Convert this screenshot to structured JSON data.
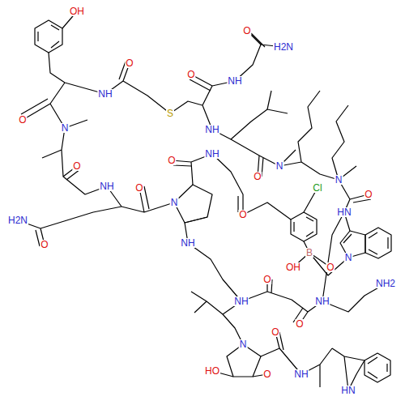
{
  "diagram": {
    "labels": [
      "OH",
      "O",
      "H2N",
      "NH",
      "O",
      "S",
      "O",
      "NH",
      "NH",
      "O",
      "O",
      "N",
      "N",
      "O",
      "NH",
      "O",
      "N",
      "O",
      "NH",
      "H2N",
      "O",
      "Cl",
      "O",
      "N",
      "O",
      "HN",
      "B",
      "OH",
      "O",
      "N",
      "NH2",
      "NH",
      "O",
      "NH",
      "O",
      "N",
      "O",
      "HO",
      "O",
      "NH",
      "HN",
      "NH"
    ]
  }
}
